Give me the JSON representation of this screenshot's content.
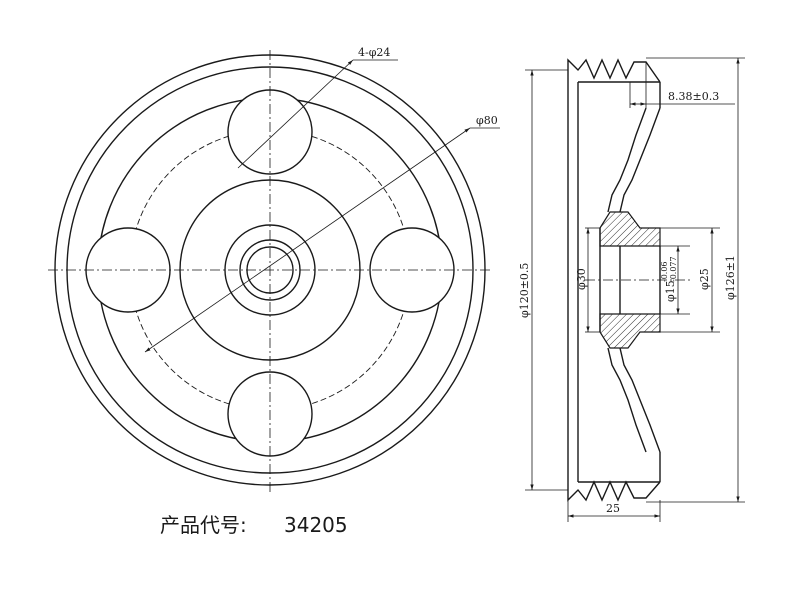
{
  "drawing": {
    "front_view": {
      "hole_callout": "4-φ24",
      "pcd_callout": "φ80"
    },
    "side_view": {
      "groove_callout": "8.38±0.3",
      "bore_callout": "φ15-0.06 -0.077",
      "bore_main": "φ15",
      "bore_tol_upper": "-0.06",
      "bore_tol_lower": "-0.077",
      "hub_outer_callout": "φ30",
      "hub_inner_callout": "φ25",
      "outer_dia_callout": "φ120±0.5",
      "overall_dia_callout": "φ126±1",
      "width_callout": "25"
    },
    "product": {
      "label": "产品代号:",
      "code": "34205"
    },
    "colors": {
      "line": "#1a1a1a",
      "background": "#ffffff",
      "hatch": "#1a1a1a"
    }
  }
}
